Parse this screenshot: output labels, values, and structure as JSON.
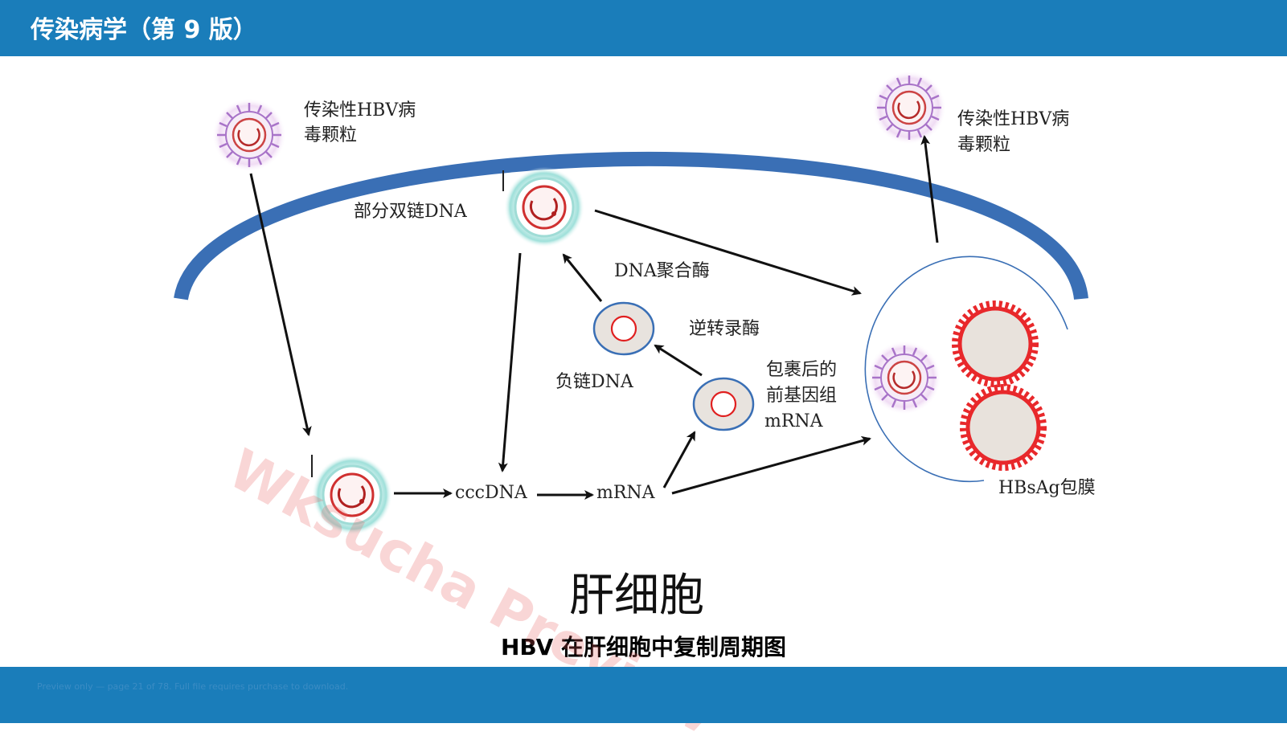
{
  "header": {
    "title": "传染病学（第 9 版）"
  },
  "diagram": {
    "labels": {
      "virion_in": [
        "传染性HBV病",
        "毒颗粒"
      ],
      "virion_out": [
        "传染性HBV病",
        "毒颗粒"
      ],
      "partial_dsdna": "部分双链DNA",
      "dna_polymerase": "DNA聚合酶",
      "reverse_transcriptase": "逆转录酶",
      "negative_strand": "负链DNA",
      "pregenome": [
        "包裹后的",
        "前基因组",
        "mRNA"
      ],
      "cccdna": "cccDNA",
      "mrna": "mRNA",
      "hbsag": "HBsAg包膜",
      "cell": "肝细胞"
    },
    "caption": "HBV 在肝细胞中复制周期图",
    "colors": {
      "membrane": "#3a6fb5",
      "envelope_red": "#e8282b",
      "virion_spike": "#a873c8",
      "glow": "#7fd6d0"
    }
  },
  "watermark": "Wksucha Preview",
  "footer": {
    "note": "Preview only — page 21 of 78. Full file requires purchase to download."
  }
}
